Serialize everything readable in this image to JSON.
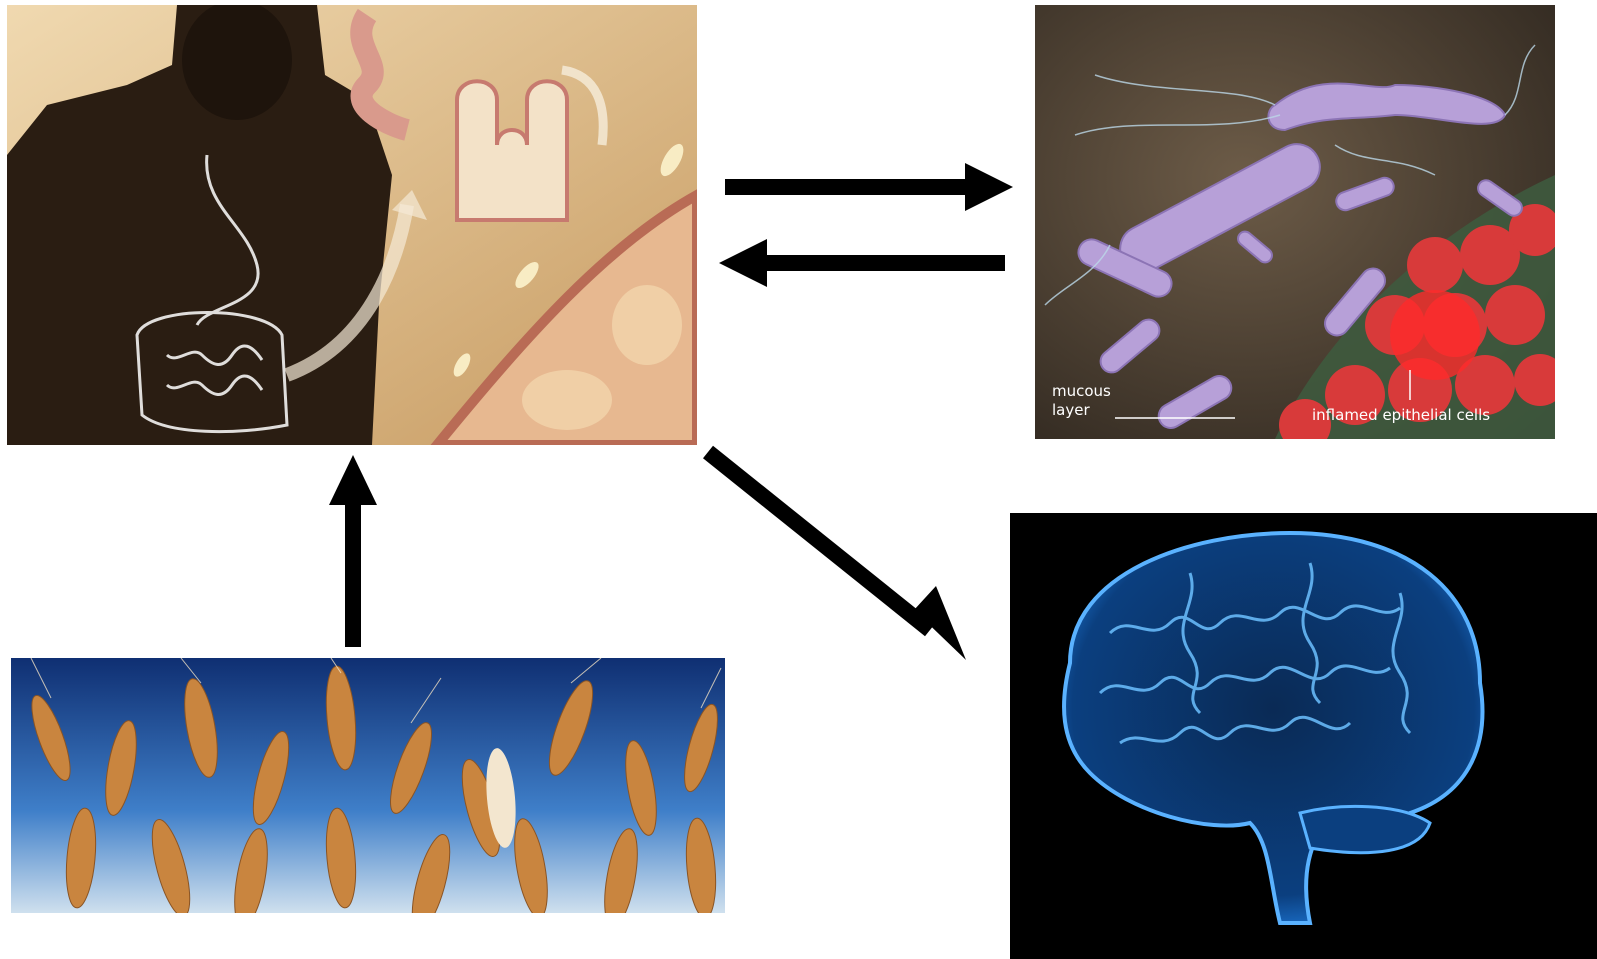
{
  "labels": {
    "mucous_line1": "mucous",
    "mucous_line2": "layer",
    "inflamed": "inflamed epithelial cells"
  },
  "colors": {
    "arrow": "#000000",
    "gut_bg": "#d9b88a",
    "bacteria_bg": "#4a3f33",
    "bacteria_body": "#b7a0d8",
    "epithelial": "#d83a3a",
    "wheat_sky": "#1e4f9c",
    "wheat_grain": "#c9853f",
    "brain_glow": "#2f8ff0"
  },
  "icons": {
    "gut": "human-digestive-system-illustration",
    "bacteria": "bacteria-illustration",
    "wheat": "wheat-field-photo",
    "brain": "glowing-brain-illustration"
  }
}
